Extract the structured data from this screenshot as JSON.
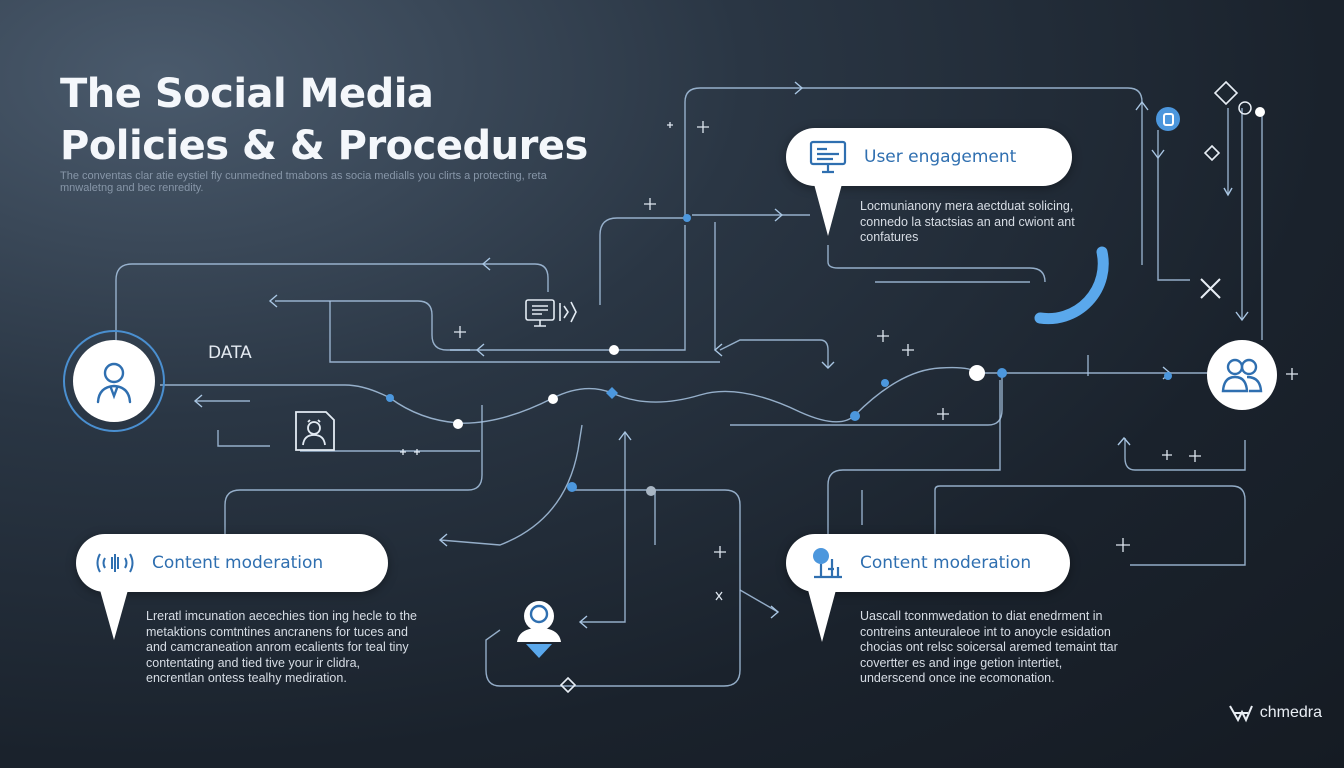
{
  "header": {
    "title_line1": "The Social Media",
    "title_line2": "Policies & & Procedures",
    "subtitle": "The conventas clar atie eystiel fly cunmedned tmabons as socia medialls you clirts a protecting, reta mnwaletng and bec renredity."
  },
  "nodes": {
    "data_label": "DATA",
    "user_engagement": {
      "label": "User engagement",
      "description_lines": [
        "Locmunianony mera aectduat solicing,",
        "connedo la stactsias an and cwiont ant",
        "confatures"
      ]
    },
    "content_moderation_left": {
      "label": "Content moderation",
      "description_lines": [
        "Lreratl imcunation aecechies tion ing hecle to the",
        "metaktions comtntines ancranens for tuces and",
        "and camcraneation anrom ecalients for teal tiny",
        "contentating and tied tive your ir clidra,",
        "encrentlan ontess tealhy mediration."
      ]
    },
    "content_moderation_right": {
      "label": "Content moderation",
      "description_lines": [
        "Uascall tconmwedation to diat enedrment in",
        "contreins anteuraleoe int to anoycle esidation",
        "chocias ont relsc soicersal aremed temaint ttar",
        "covertter es and inge getion intertiet,",
        "underscend once ine ecomonation."
      ]
    }
  },
  "brand": {
    "name": "chmedra"
  },
  "icons": [
    "user-avatar-icon",
    "user-profile-card-icon",
    "monitor-icon",
    "desktop-icon",
    "signal-icon",
    "analytics-person-icon",
    "person-icon",
    "group-icon",
    "diamond-icon",
    "close-icon",
    "arc-icon",
    "brand-logo-icon"
  ],
  "colors": {
    "accent": "#3d8fd6",
    "line": "#a9c6e3",
    "background": "#1e2630",
    "bubble": "#ffffff",
    "label_text": "#2f6fb0"
  }
}
